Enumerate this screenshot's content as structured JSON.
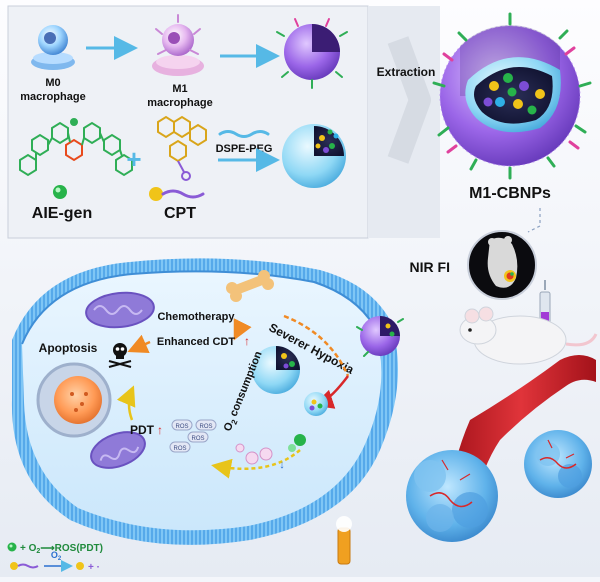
{
  "top_panel": {
    "m0_label": "M0",
    "m0_sub": "macrophage",
    "m1_label": "M1",
    "m1_sub": "macrophage",
    "aie_label": "AIE-gen",
    "cpt_label": "CPT",
    "dspe_label": "DSPE-PEG",
    "plus": "+",
    "extraction_label": "Extraction",
    "product_label": "M1-CBNPs"
  },
  "imaging": {
    "nir_label": "NIR FI"
  },
  "cell": {
    "chemotherapy": "Chemotherapy",
    "enhanced_cdt": "Enhanced CDT",
    "apoptosis": "Apoptosis",
    "severer_hypoxia": "Severer Hypoxia",
    "o2_consumption_a": "O",
    "o2_consumption_sub": "2",
    "o2_consumption_b": " consumption",
    "pdt": "PDT",
    "ros": "ROS",
    "up_arrow": "↑",
    "down_arrow": "↓"
  },
  "legend": {
    "line1_prefix": "+ O",
    "line1_sub": "2",
    "line1_suffix": "⟶ROS(PDT)",
    "line2_o2": "O",
    "line2_o2_sub": "2",
    "line2_suffix": "+ ·"
  },
  "colors": {
    "purple": "#8a5bd6",
    "cyan": "#56b9e6",
    "green": "#27b34a",
    "red": "#d8282a",
    "text_dark": "#111111"
  }
}
